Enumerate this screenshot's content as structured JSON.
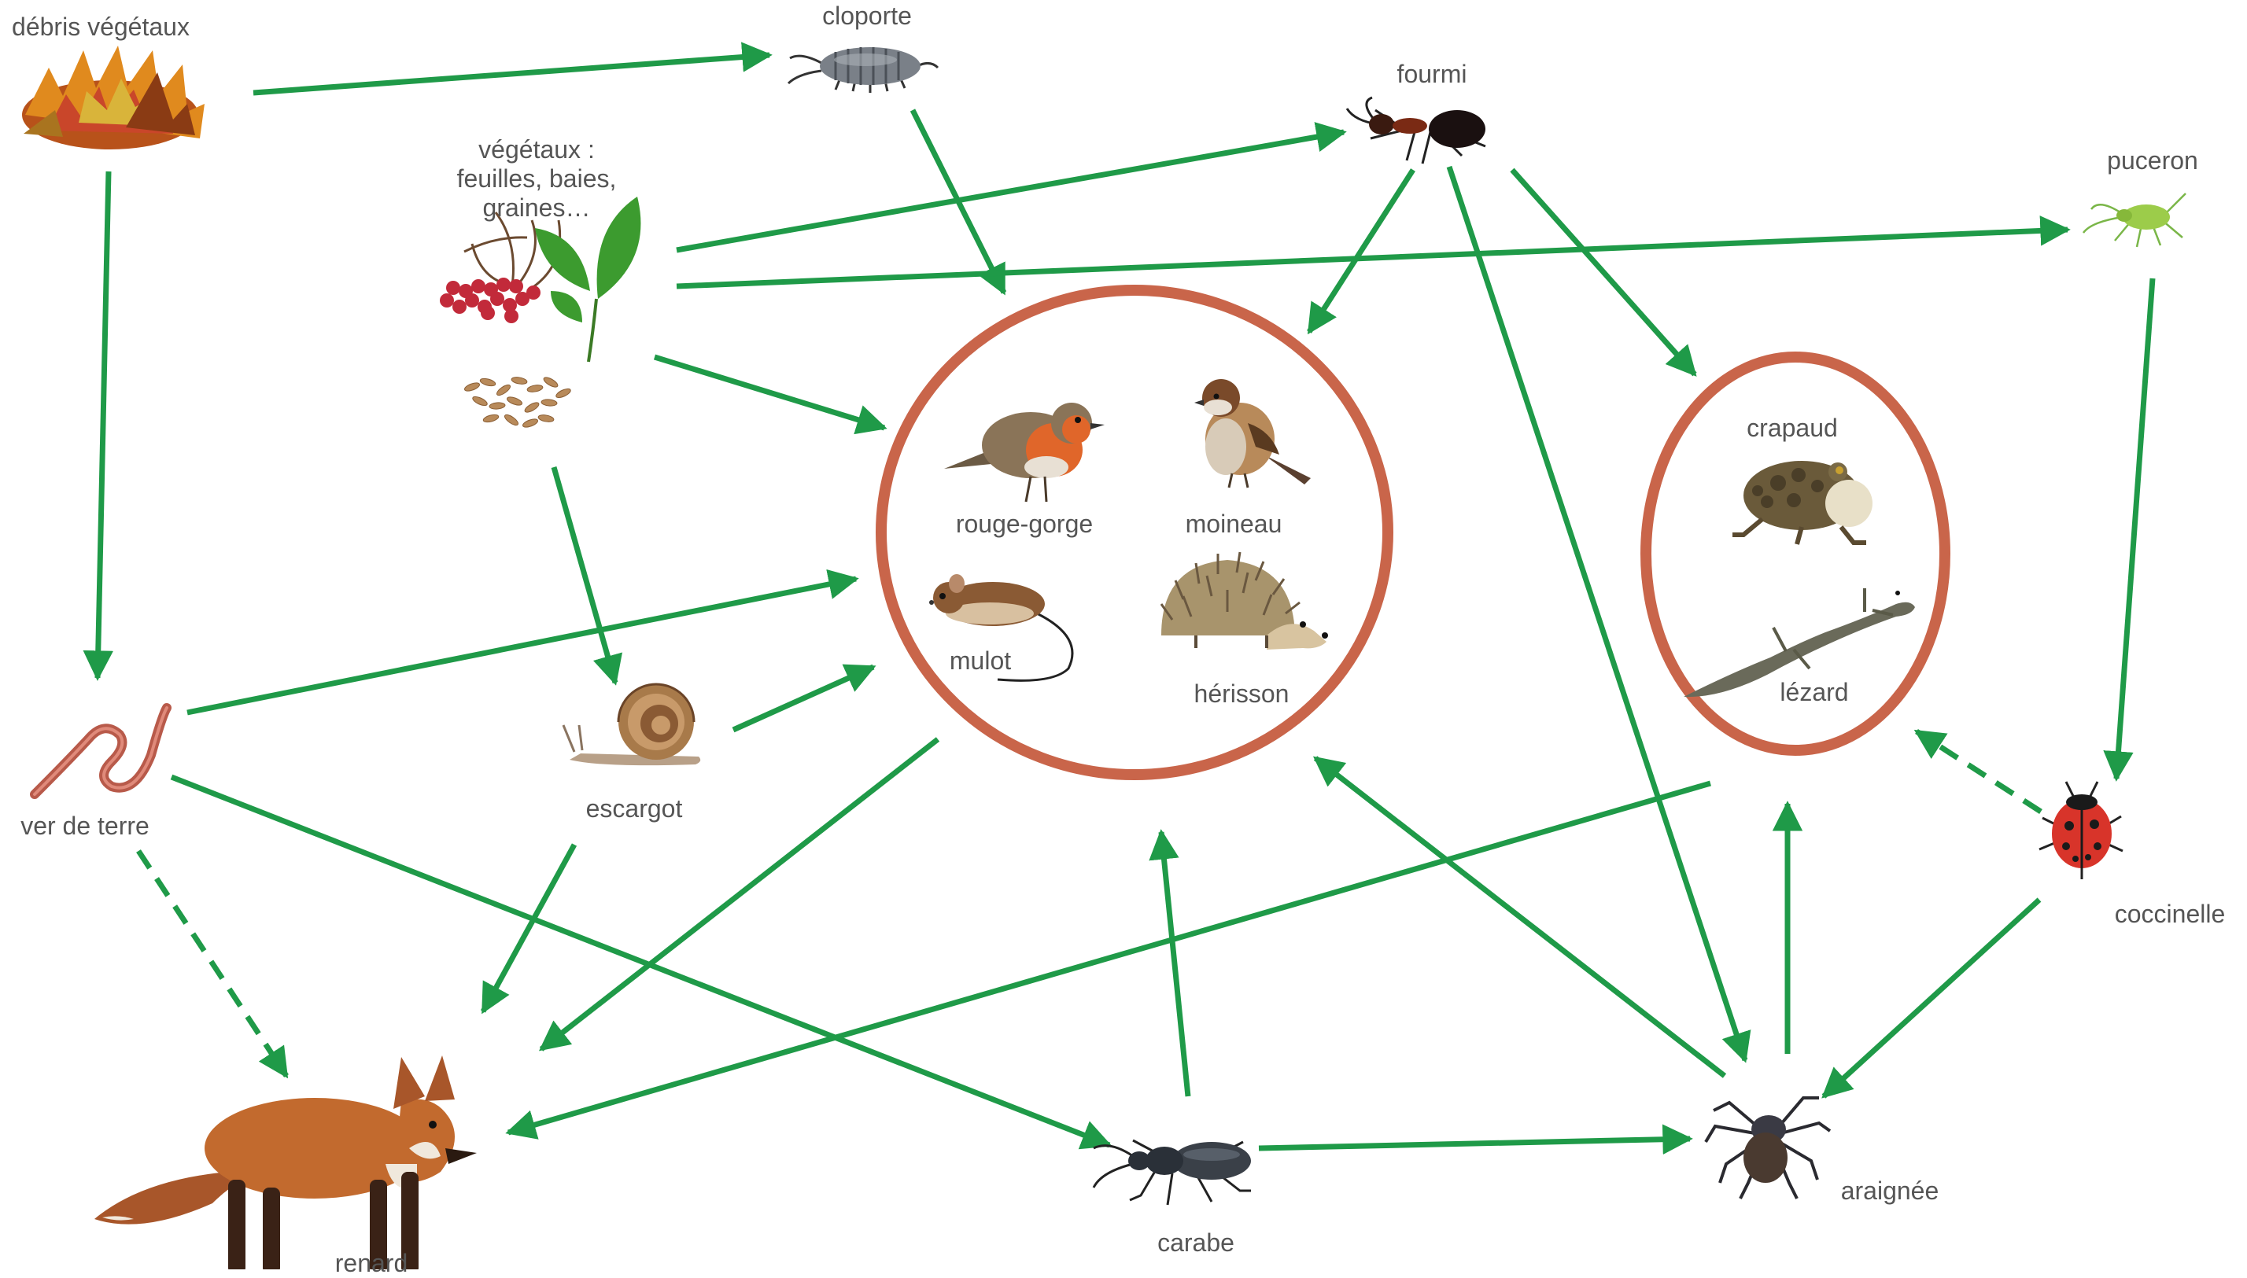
{
  "colors": {
    "arrow": "#1f9a48",
    "group_ring": "#c9654a",
    "label_text": "#555555"
  },
  "labels": {
    "debris": "débris végétaux",
    "cloporte": "cloporte",
    "fourmi": "fourmi",
    "vegetaux_line1": "végétaux :",
    "vegetaux_line2": "feuilles, baies,",
    "vegetaux_line3": "graines…",
    "puceron": "puceron",
    "crapaud": "crapaud",
    "lezard": "lézard",
    "rouge_gorge": "rouge-gorge",
    "moineau": "moineau",
    "mulot": "mulot",
    "herisson": "hérisson",
    "ver_de_terre": "ver de terre",
    "escargot": "escargot",
    "coccinelle": "coccinelle",
    "renard": "renard",
    "carabe": "carabe",
    "araignee": "araignée"
  },
  "organisms": [
    {
      "id": "debris",
      "icon": "dead-leaves-icon"
    },
    {
      "id": "cloporte",
      "icon": "woodlouse-icon"
    },
    {
      "id": "fourmi",
      "icon": "ant-icon"
    },
    {
      "id": "vegetaux",
      "icon": "plants-berries-seeds-icon"
    },
    {
      "id": "puceron",
      "icon": "aphid-icon"
    },
    {
      "id": "crapaud",
      "icon": "toad-icon"
    },
    {
      "id": "lezard",
      "icon": "lizard-icon"
    },
    {
      "id": "rouge_gorge",
      "icon": "robin-icon"
    },
    {
      "id": "moineau",
      "icon": "sparrow-icon"
    },
    {
      "id": "mulot",
      "icon": "wood-mouse-icon"
    },
    {
      "id": "herisson",
      "icon": "hedgehog-icon"
    },
    {
      "id": "ver_de_terre",
      "icon": "earthworm-icon"
    },
    {
      "id": "escargot",
      "icon": "snail-icon"
    },
    {
      "id": "coccinelle",
      "icon": "ladybird-icon"
    },
    {
      "id": "renard",
      "icon": "fox-icon"
    },
    {
      "id": "carabe",
      "icon": "ground-beetle-icon"
    },
    {
      "id": "araignee",
      "icon": "spider-icon"
    }
  ],
  "groups": [
    {
      "id": "birds_mammals",
      "members": [
        "rouge_gorge",
        "moineau",
        "mulot",
        "herisson"
      ]
    },
    {
      "id": "amphibians_reptiles",
      "members": [
        "crapaud",
        "lezard"
      ]
    }
  ],
  "arrows": [
    {
      "from": "debris",
      "to": "cloporte",
      "style": "solid"
    },
    {
      "from": "debris",
      "to": "ver_de_terre",
      "style": "solid"
    },
    {
      "from": "cloporte",
      "to": "birds_mammals",
      "style": "solid"
    },
    {
      "from": "vegetaux",
      "to": "fourmi",
      "style": "solid"
    },
    {
      "from": "vegetaux",
      "to": "puceron",
      "style": "solid"
    },
    {
      "from": "vegetaux",
      "to": "birds_mammals",
      "style": "solid"
    },
    {
      "from": "vegetaux",
      "to": "escargot",
      "style": "solid"
    },
    {
      "from": "fourmi",
      "to": "birds_mammals",
      "style": "solid"
    },
    {
      "from": "fourmi",
      "to": "amphibians_reptiles",
      "style": "solid"
    },
    {
      "from": "fourmi",
      "to": "araignee",
      "style": "solid"
    },
    {
      "from": "puceron",
      "to": "coccinelle",
      "style": "solid"
    },
    {
      "from": "ver_de_terre",
      "to": "birds_mammals",
      "style": "solid"
    },
    {
      "from": "ver_de_terre",
      "to": "carabe",
      "style": "solid"
    },
    {
      "from": "ver_de_terre",
      "to": "renard",
      "style": "dashed"
    },
    {
      "from": "escargot",
      "to": "birds_mammals",
      "style": "solid"
    },
    {
      "from": "escargot",
      "to": "renard",
      "style": "solid"
    },
    {
      "from": "birds_mammals",
      "to": "renard",
      "style": "solid"
    },
    {
      "from": "amphibians_reptiles",
      "to": "renard",
      "style": "solid"
    },
    {
      "from": "carabe",
      "to": "birds_mammals",
      "style": "solid"
    },
    {
      "from": "carabe",
      "to": "araignee",
      "style": "solid"
    },
    {
      "from": "araignee",
      "to": "birds_mammals",
      "style": "solid"
    },
    {
      "from": "araignee",
      "to": "amphibians_reptiles",
      "style": "solid"
    },
    {
      "from": "coccinelle",
      "to": "araignee",
      "style": "solid"
    },
    {
      "from": "coccinelle",
      "to": "amphibians_reptiles",
      "style": "dashed"
    }
  ]
}
